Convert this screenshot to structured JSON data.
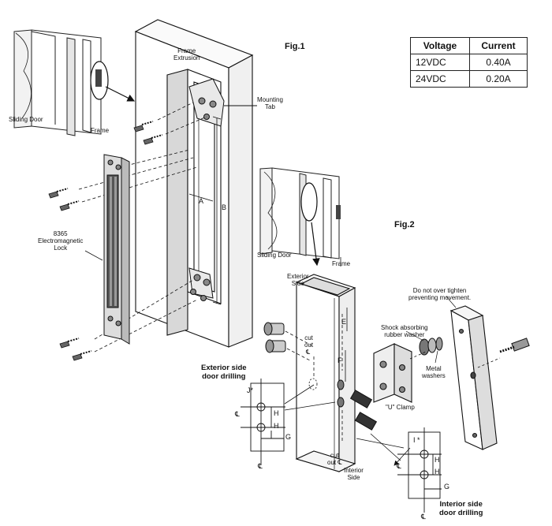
{
  "labels": {
    "fig1": "Fig.1",
    "fig2": "Fig.2",
    "sliding_door_1": "Sliding Door",
    "frame_1": "Frame",
    "frame_extrusion": "Frame\nExtrusion",
    "mounting_tab": "Mounting\nTab",
    "lock": "8365\nElectromagnetic\nLock",
    "dim_a": "A",
    "dim_b": "B",
    "sliding_door_2": "Sliding Door",
    "frame_2": "Frame",
    "exterior_side": "Exterior\nSide",
    "dim_e": "E",
    "dim_f": "F",
    "cut_out_1": "cut\nout",
    "centerline": "℄",
    "cut_out_2": "cut\nout ℄",
    "interior_side": "Interior\nSide",
    "warning": "Do not over tighten\npreventing movement.",
    "shock_washer": "Shock absorbing\nrubber washer",
    "metal_washers": "Metal\nwashers",
    "u_clamp": "\"U\" Clamp",
    "exterior_drilling": "Exterior side\ndoor drilling",
    "interior_drilling": "Interior side\ndoor drilling",
    "dim_j": "J*",
    "dim_i": "I *",
    "dim_h": "H",
    "dim_g": "G"
  },
  "spec_table": {
    "headers": [
      "Voltage",
      "Current"
    ],
    "rows": [
      [
        "12VDC",
        "0.40A"
      ],
      [
        "24VDC",
        "0.20A"
      ]
    ]
  }
}
